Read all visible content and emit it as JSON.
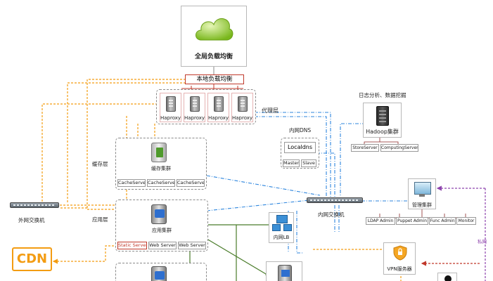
{
  "global_lb": {
    "label": "全局负载均衡"
  },
  "local_lb": {
    "label": "本地负载均衡"
  },
  "proxy_layer": {
    "label": "代理层",
    "servers": [
      "Haproxy",
      "Haproxy",
      "Haproxy",
      "Haproxy"
    ]
  },
  "cache_layer": {
    "side_label": "缓存层",
    "cluster_label": "缓存集群",
    "servers": [
      "CacheServer",
      "CacheServer",
      "CacheServer"
    ]
  },
  "app_layer": {
    "side_label": "应用层",
    "cluster_label": "应用集群",
    "servers": [
      "Static Server",
      "Web Server",
      "Web Server"
    ]
  },
  "ext_switch": {
    "label": "外网交换机"
  },
  "cdn": {
    "label": "CDN"
  },
  "dns": {
    "title": "内网DNS",
    "box_label": "Localdns",
    "nodes": [
      "Master",
      "Slave"
    ]
  },
  "log_analysis": {
    "title": "日志分析、数据挖掘",
    "cluster_label": "Hadoop集群",
    "nodes": [
      "StoreServer",
      "ComputingServer"
    ]
  },
  "int_switch": {
    "label": "内网交换机"
  },
  "int_lb": {
    "label": "内网LB"
  },
  "mgmt": {
    "cluster_label": "管理集群",
    "nodes": [
      "LDAP Admin",
      "Puppet Admin",
      "Func Admin",
      "Monitor"
    ]
  },
  "vpn": {
    "label": "VPN服务器"
  },
  "private_net": {
    "label": "私网"
  },
  "colors": {
    "orange": "#f39c12",
    "blue": "#2e86de",
    "green": "#4a7c2a",
    "purple": "#8e44ad",
    "red": "#c0392b"
  }
}
